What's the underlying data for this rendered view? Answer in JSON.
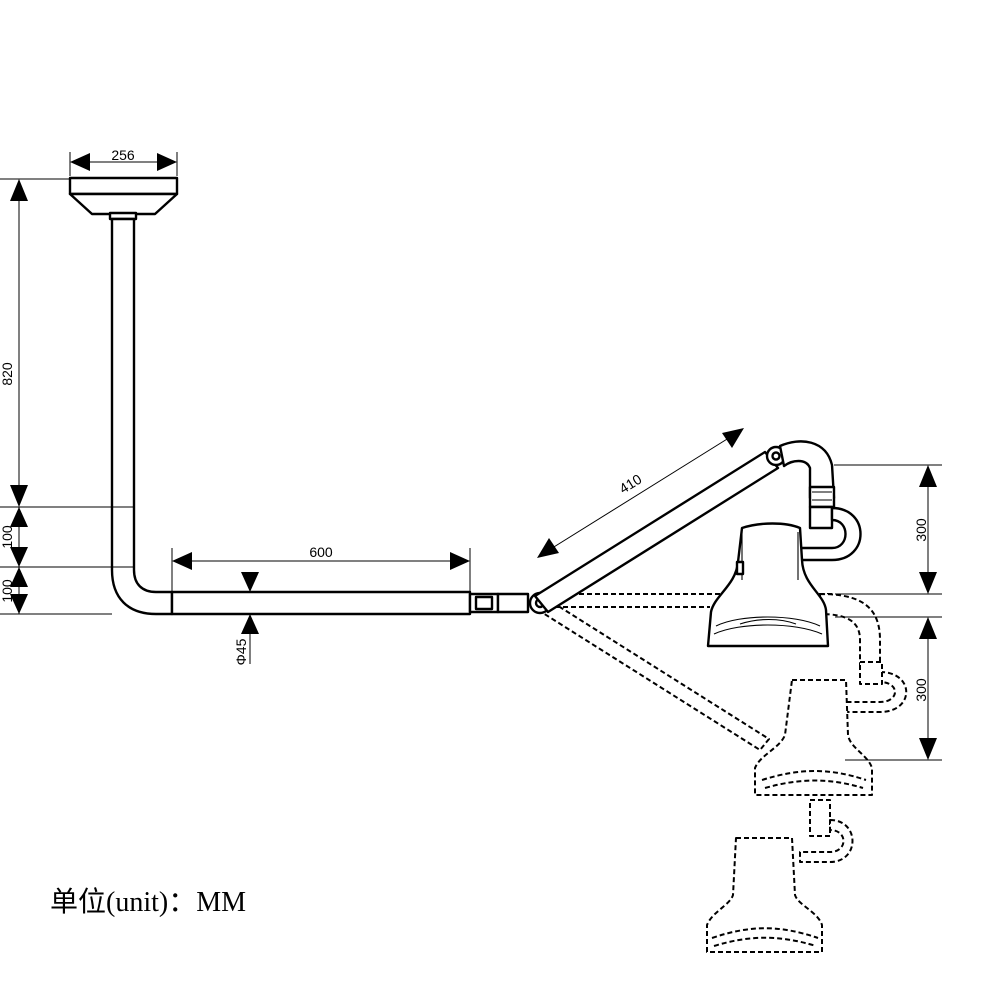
{
  "dimensions": {
    "mount_width": "256",
    "ceiling_drop": "820",
    "vertical_gap_1": "100",
    "vertical_gap_2": "100",
    "horizontal_arm": "600",
    "tube_diameter": "Φ45",
    "angled_arm": "410",
    "head_drop_1": "300",
    "head_drop_2": "300"
  },
  "unit_label": "单位(unit)：MM"
}
